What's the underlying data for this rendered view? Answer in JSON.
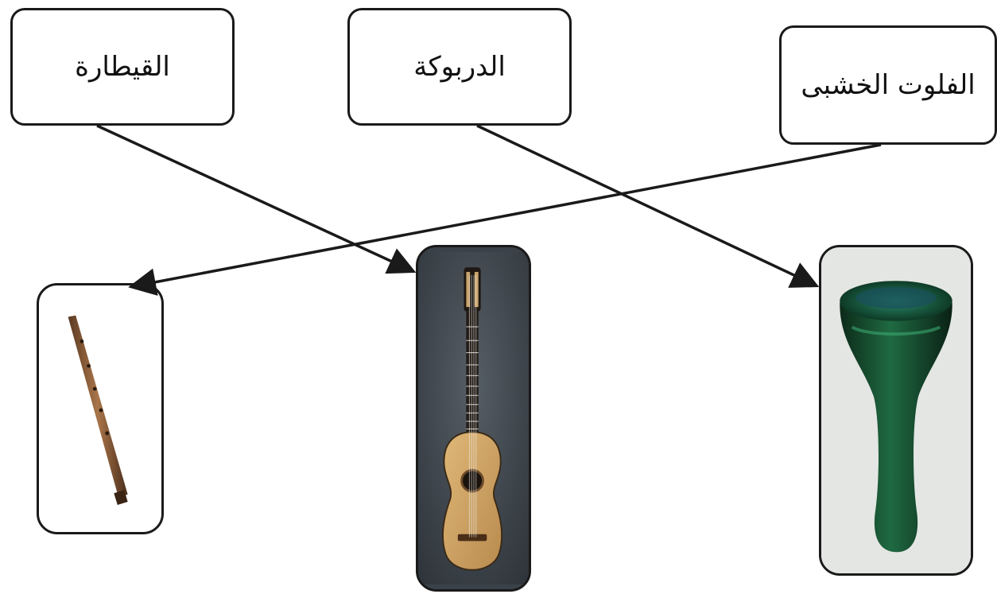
{
  "labels": {
    "guitar": "القيطارة",
    "darbuka": "الدربوكة",
    "flute": "الفلوت الخشبى"
  },
  "images": {
    "flute": "wooden-flute-image",
    "guitar": "guitar-image",
    "darbuka": "darbuka-image"
  }
}
